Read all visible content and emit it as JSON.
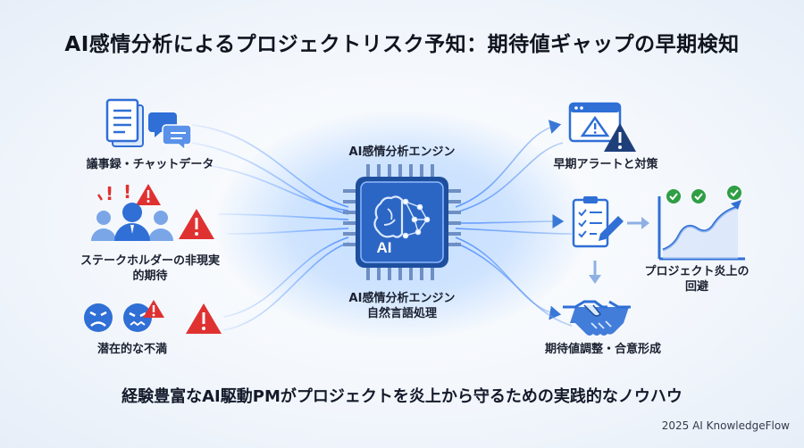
{
  "title": "AI感情分析によるプロジェクトリスク予知：期待値ギャップの早期検知",
  "inputs": [
    {
      "label": "議事録・チャットデータ",
      "icon": "document-chat-icon"
    },
    {
      "label_line1": "ステークホルダーの非現実",
      "label_line2": "的期待",
      "icon": "stakeholder-group-icon"
    },
    {
      "label": "潜在的な不満",
      "icon": "dissatisfied-faces-icon"
    }
  ],
  "engine": {
    "top_label": "AI感情分析エンジン",
    "bottom_label_line1": "AI感情分析エンジン",
    "bottom_label_line2": "自然言語処理",
    "chip_text": "AI"
  },
  "outputs": [
    {
      "label": "早期アラートと対策",
      "icon": "alert-window-icon"
    },
    {
      "label_line1": "プロジェクト炎上の",
      "label_line2": "回避",
      "icon": "growth-chart-icon"
    },
    {
      "label": "期待値調整・合意形成",
      "icon": "handshake-icon"
    }
  ],
  "tagline": "経験豊富なAI駆動PMがプロジェクトを炎上から守るための実践的なノウハウ",
  "footer": "2025 AI KnowledgeFlow",
  "colors": {
    "accent": "#2f6fd6",
    "warning": "#e03131",
    "success": "#2f9e44",
    "glow": "#7fb6ff"
  }
}
